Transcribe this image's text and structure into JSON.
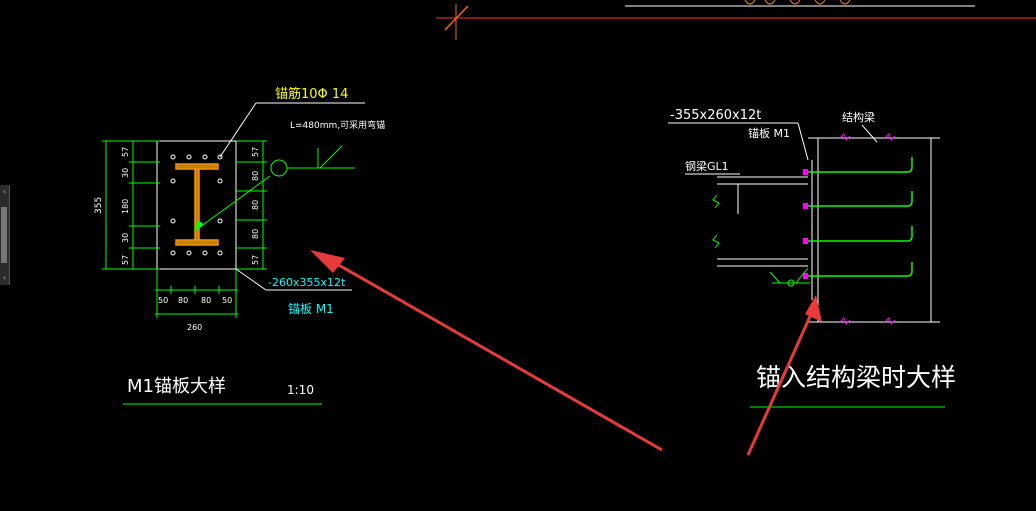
{
  "left_detail": {
    "rebar_label": "锚筋10Φ 14",
    "length_note": "L=480mm,可采用弯锚",
    "plate_label": "-260x355x12t",
    "plate_name": "锚板  M1",
    "title": "M1锚板大样",
    "scale": "1:10",
    "dims_left": [
      "57",
      "30",
      "180",
      "30",
      "57"
    ],
    "dims_left_total": "355",
    "dims_right": [
      "57",
      "80",
      "80",
      "80",
      "57"
    ],
    "dims_bottom": [
      "50",
      "80",
      "80",
      "50"
    ],
    "dims_bottom_total": "260"
  },
  "right_detail": {
    "plate_label": "-355x260x12t",
    "plate_name": "锚板  M1",
    "beam_label": "结构梁",
    "steel_beam_label": "钢梁GL1",
    "title": "锚入结构梁时大样"
  },
  "colors": {
    "background": "#000000",
    "green": "#00ff00",
    "white": "#ffffff",
    "yellow": "#ffff00",
    "cyan": "#00ffff",
    "magenta": "#ff00ff",
    "orange": "#ff8c00",
    "red_arrow": "#e83a3a"
  }
}
